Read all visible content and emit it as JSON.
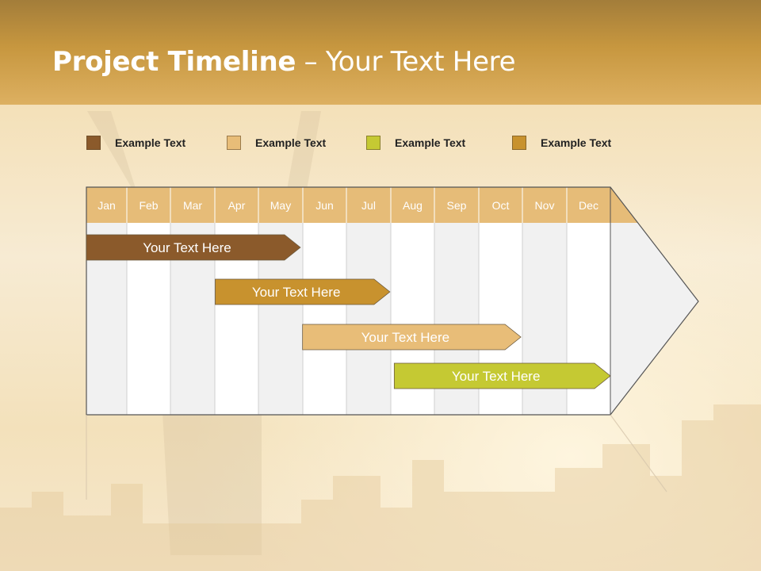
{
  "slide": {
    "title_bold": "Project Timeline",
    "title_rest": " – Your Text Here"
  },
  "legend": [
    {
      "label": "Example Text",
      "color": "#8b5a2b"
    },
    {
      "label": "Example Text",
      "color": "#e8bd78"
    },
    {
      "label": "Example Text",
      "color": "#c5c933"
    },
    {
      "label": "Example Text",
      "color": "#c8922e"
    }
  ],
  "timeline": {
    "months": [
      "Jan",
      "Feb",
      "Mar",
      "Apr",
      "May",
      "Jun",
      "Jul",
      "Aug",
      "Sep",
      "Oct",
      "Nov",
      "Dec"
    ],
    "header_color": "#e6bc78",
    "tasks": [
      {
        "label": "Your  Text Here",
        "start_month": 1.0,
        "end_month": 4.9,
        "color": "#8b5a2b"
      },
      {
        "label": "Your  Text Here",
        "start_month": 3.95,
        "end_month": 6.95,
        "color": "#c8922e"
      },
      {
        "label": "Your  Text Here",
        "start_month": 5.95,
        "end_month": 9.95,
        "color": "#e8bd78"
      },
      {
        "label": "Your  Text Here",
        "start_month": 8.05,
        "end_month": 12.0,
        "color": "#c5c933"
      }
    ]
  }
}
